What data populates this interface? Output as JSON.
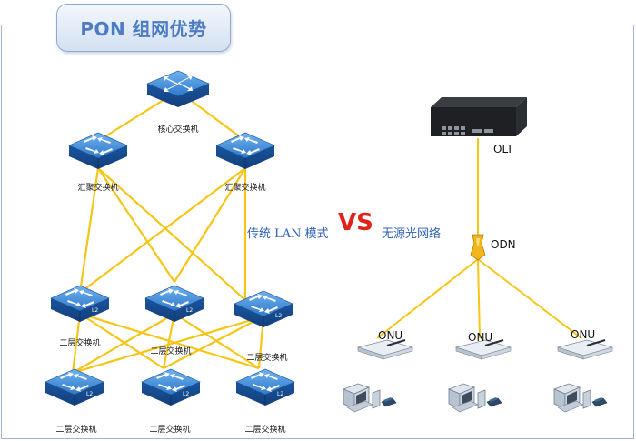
{
  "title": "PON 组网优势",
  "labels": {
    "core_switch": "核心交换机",
    "agg_switch_1": "汇聚交换机",
    "agg_switch_2": "汇聚交换机",
    "access_row1_1": "二层交换机",
    "access_row1_2": "二层交换机",
    "access_row1_3": "二层交换机",
    "access_row2_1": "二层交换机",
    "access_row2_2": "二层交换机",
    "access_row2_3": "二层交换机",
    "device_badge": "L2"
  },
  "comparison": {
    "left": "传统 LAN 模式",
    "vs": "VS",
    "right": "无源光网络"
  },
  "pon": {
    "olt": "OLT",
    "odn": "ODN",
    "onu_1": "ONU",
    "onu_2": "ONU",
    "onu_3": "ONU"
  },
  "colors": {
    "link": "#f5c518",
    "switch_blue": "#2a6fc0",
    "title_text": "#4d7cc4",
    "vs_red": "#e0221d",
    "compare_text": "#3060b8"
  }
}
